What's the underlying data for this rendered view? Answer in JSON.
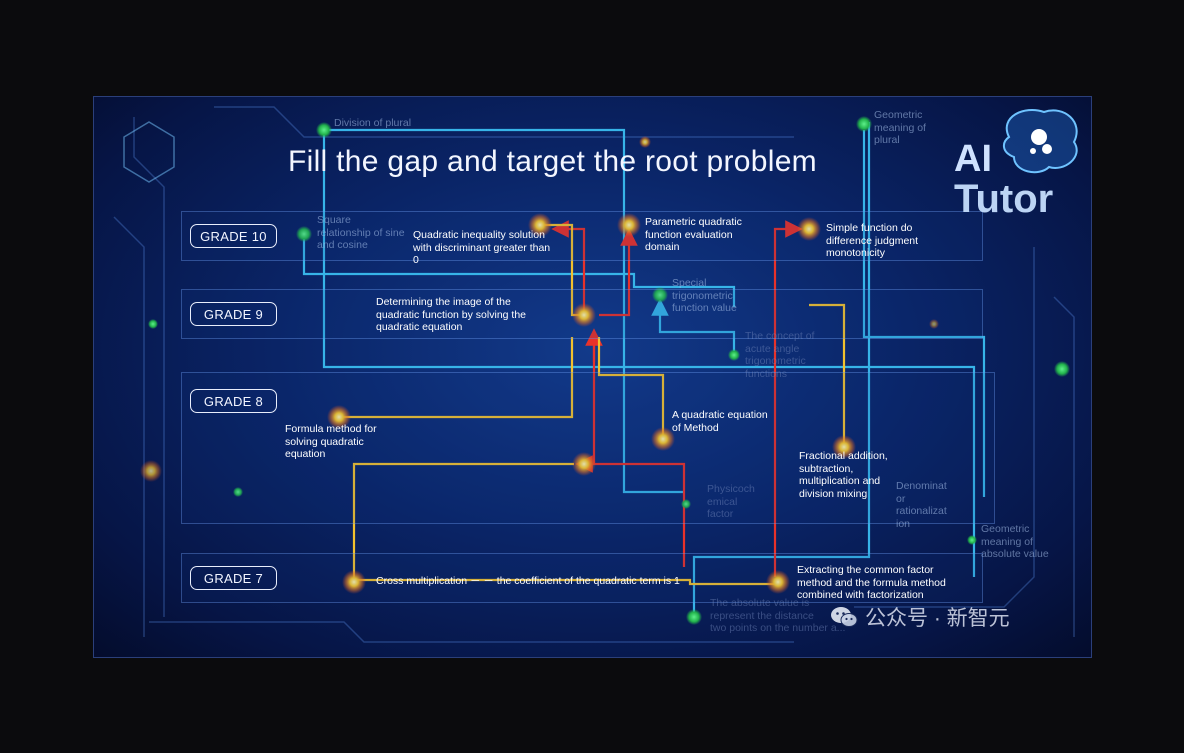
{
  "title": "Fill the gap and target the root problem",
  "logo": {
    "line1": "AI",
    "line2": "Tutor"
  },
  "grades": [
    {
      "label": "GRADE 10"
    },
    {
      "label": "GRADE 9"
    },
    {
      "label": "GRADE 8"
    },
    {
      "label": "GRADE 7"
    }
  ],
  "nodes": {
    "division_of_plural": "Division of plural",
    "geometric_meaning_plural": [
      "Geometric",
      "meaning of",
      "plural"
    ],
    "square_relationship": [
      "Square",
      "relationship of sine",
      "and cosine"
    ],
    "quadratic_inequality": [
      "Quadratic inequality solution",
      "with discriminant greater than",
      "0"
    ],
    "parametric_quadratic": [
      "Parametric quadratic",
      "function evaluation",
      "domain"
    ],
    "simple_function": [
      "Simple function do",
      "difference judgment",
      "monotonicity"
    ],
    "special_trig": [
      "Special",
      "trigonometric",
      "function value"
    ],
    "determining_image": [
      "Determining the image of the",
      "quadratic function by solving the",
      "quadratic equation"
    ],
    "acute_angle": [
      "The concept of",
      "acute angle",
      "trigonometric",
      "functions"
    ],
    "formula_method": [
      "Formula method for",
      "solving quadratic",
      "equation"
    ],
    "quadratic_method": [
      "A quadratic equation",
      "of Method"
    ],
    "fractional": [
      "Fractional addition,",
      "subtraction,",
      "multiplication and",
      "division mixing"
    ],
    "physicochemical": [
      "Physicoch",
      "emical",
      "factor"
    ],
    "denominator": [
      "Denominat",
      "or",
      "rationalizat",
      "ion"
    ],
    "geometric_abs": [
      "Geometric",
      "meaning of",
      "absolute value"
    ],
    "cross_multiplication": "Cross multiplication － － the coefficient of the quadratic term is 1",
    "extracting": [
      "Extracting the common factor",
      "method and the formula method",
      "combined with factorization"
    ],
    "absolute_value_repr": [
      "The absolute value is",
      "represent the distance",
      "two points on the number a..."
    ]
  },
  "watermark": "公众号 · 新智元",
  "colors": {
    "bg": "#0a2466",
    "yellow_line": "#f2c12e",
    "red_line": "#e8322a",
    "blue_line": "#37b4e8",
    "green_node": "#22b34c",
    "glow_node": "#f7d02a"
  }
}
